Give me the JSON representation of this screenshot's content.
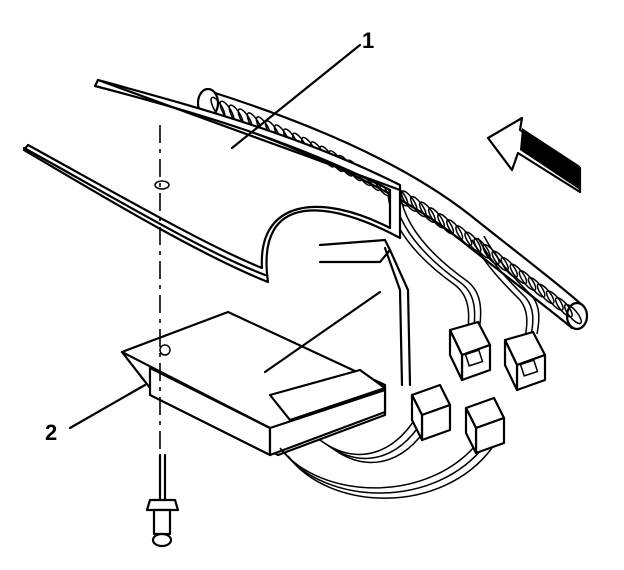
{
  "callouts": [
    {
      "id": "1",
      "label": "1"
    },
    {
      "id": "2",
      "label": "2"
    }
  ],
  "icons": {
    "direction": "forward-arrow-icon",
    "fastener": "rivet-icon"
  },
  "colors": {
    "ink": "#000000",
    "paper": "#ffffff"
  }
}
